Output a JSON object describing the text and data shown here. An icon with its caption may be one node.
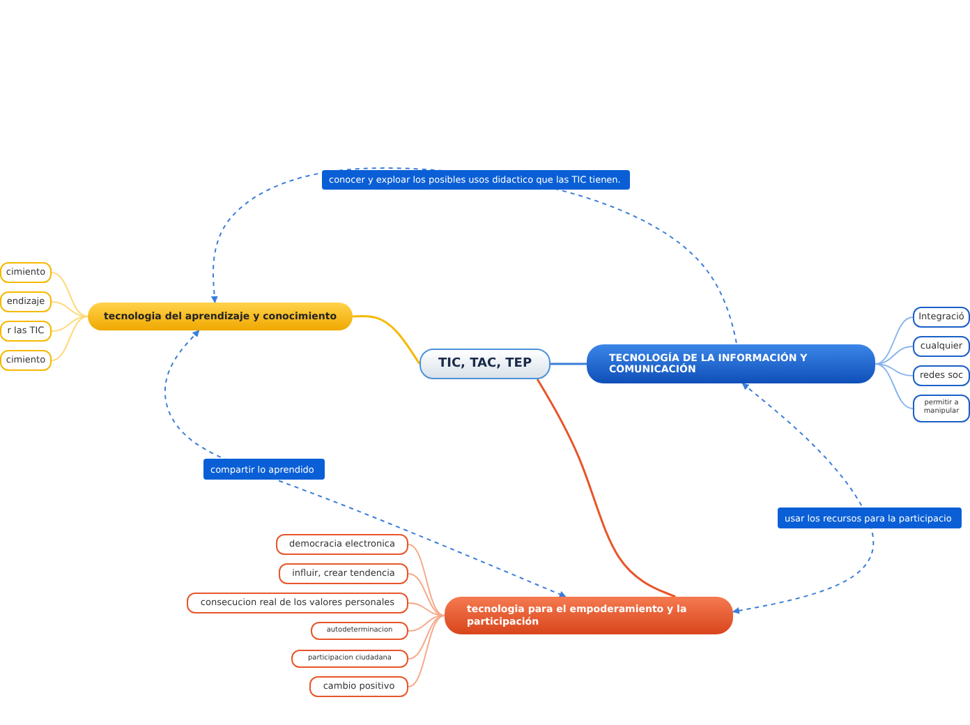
{
  "diagram": {
    "nodes": [
      {
        "text": [
          "TIC, TAC, TEP"
        ]
      },
      {
        "text": [
          "tecnologia del aprendizaje y conocimiento"
        ]
      },
      {
        "text": [
          "cimiento"
        ]
      },
      {
        "text": [
          "endizaje"
        ]
      },
      {
        "text": [
          "r las TIC"
        ]
      },
      {
        "text": [
          "cimiento"
        ]
      },
      {
        "text": [
          "TECNOLOGÍA DE LA INFORMACIÓN Y COMUNICACIÓN"
        ]
      },
      {
        "text": [
          "Integració"
        ]
      },
      {
        "text": [
          "cualquier"
        ]
      },
      {
        "text": [
          "redes soc"
        ]
      },
      {
        "text": [
          "permitir a manipular"
        ]
      },
      {
        "text": [
          "tecnologia para el empoderamiento y la participación"
        ]
      },
      {
        "text": [
          "democracia electronica"
        ]
      },
      {
        "text": [
          "influir, crear tendencia"
        ]
      },
      {
        "text": [
          "consecucion real de los valores personales"
        ]
      },
      {
        "text": [
          "autodeterminacion"
        ]
      },
      {
        "text": [
          "participacion ciudadana"
        ]
      },
      {
        "text": [
          "cambio positivo"
        ]
      }
    ],
    "edges": [
      {
        "from": 0,
        "to": 1,
        "arrow": "none",
        "color": "#f5b800"
      },
      {
        "from": 0,
        "to": 6,
        "arrow": "none",
        "color": "#3b7dd8"
      },
      {
        "from": 0,
        "to": 11,
        "arrow": "none",
        "color": "#e8552a"
      },
      {
        "from": 1,
        "to": 2,
        "arrow": "none",
        "color": "#ffd97a"
      },
      {
        "from": 1,
        "to": 3,
        "arrow": "none",
        "color": "#ffd97a"
      },
      {
        "from": 1,
        "to": 4,
        "arrow": "none",
        "color": "#ffd97a"
      },
      {
        "from": 1,
        "to": 5,
        "arrow": "none",
        "color": "#ffd97a"
      },
      {
        "from": 6,
        "to": 7,
        "arrow": "none",
        "color": "#8ab4ee"
      },
      {
        "from": 6,
        "to": 8,
        "arrow": "none",
        "color": "#8ab4ee"
      },
      {
        "from": 6,
        "to": 9,
        "arrow": "none",
        "color": "#8ab4ee"
      },
      {
        "from": 6,
        "to": 10,
        "arrow": "none",
        "color": "#8ab4ee"
      },
      {
        "from": 11,
        "to": 12,
        "arrow": "none",
        "color": "#f7a98a"
      },
      {
        "from": 11,
        "to": 13,
        "arrow": "none",
        "color": "#f7a98a"
      },
      {
        "from": 11,
        "to": 14,
        "arrow": "none",
        "color": "#f7a98a"
      },
      {
        "from": 11,
        "to": 15,
        "arrow": "none",
        "color": "#f7a98a"
      },
      {
        "from": 11,
        "to": 16,
        "arrow": "none",
        "color": "#f7a98a"
      },
      {
        "from": 11,
        "to": 17,
        "arrow": "none",
        "color": "#f7a98a"
      },
      {
        "from": 1,
        "to": 6,
        "arrow": "both",
        "label": "conocer y exploar los posibles usos didactico que las TIC tienen.",
        "style": "dashed",
        "color": "#3b7dd8"
      },
      {
        "from": 1,
        "to": 11,
        "arrow": "both",
        "label": "compartir lo aprendido",
        "style": "dashed",
        "color": "#3b7dd8"
      },
      {
        "from": 6,
        "to": 11,
        "arrow": "both",
        "label": "usar los recursos para la participacio",
        "style": "dashed",
        "color": "#3b7dd8"
      }
    ]
  }
}
